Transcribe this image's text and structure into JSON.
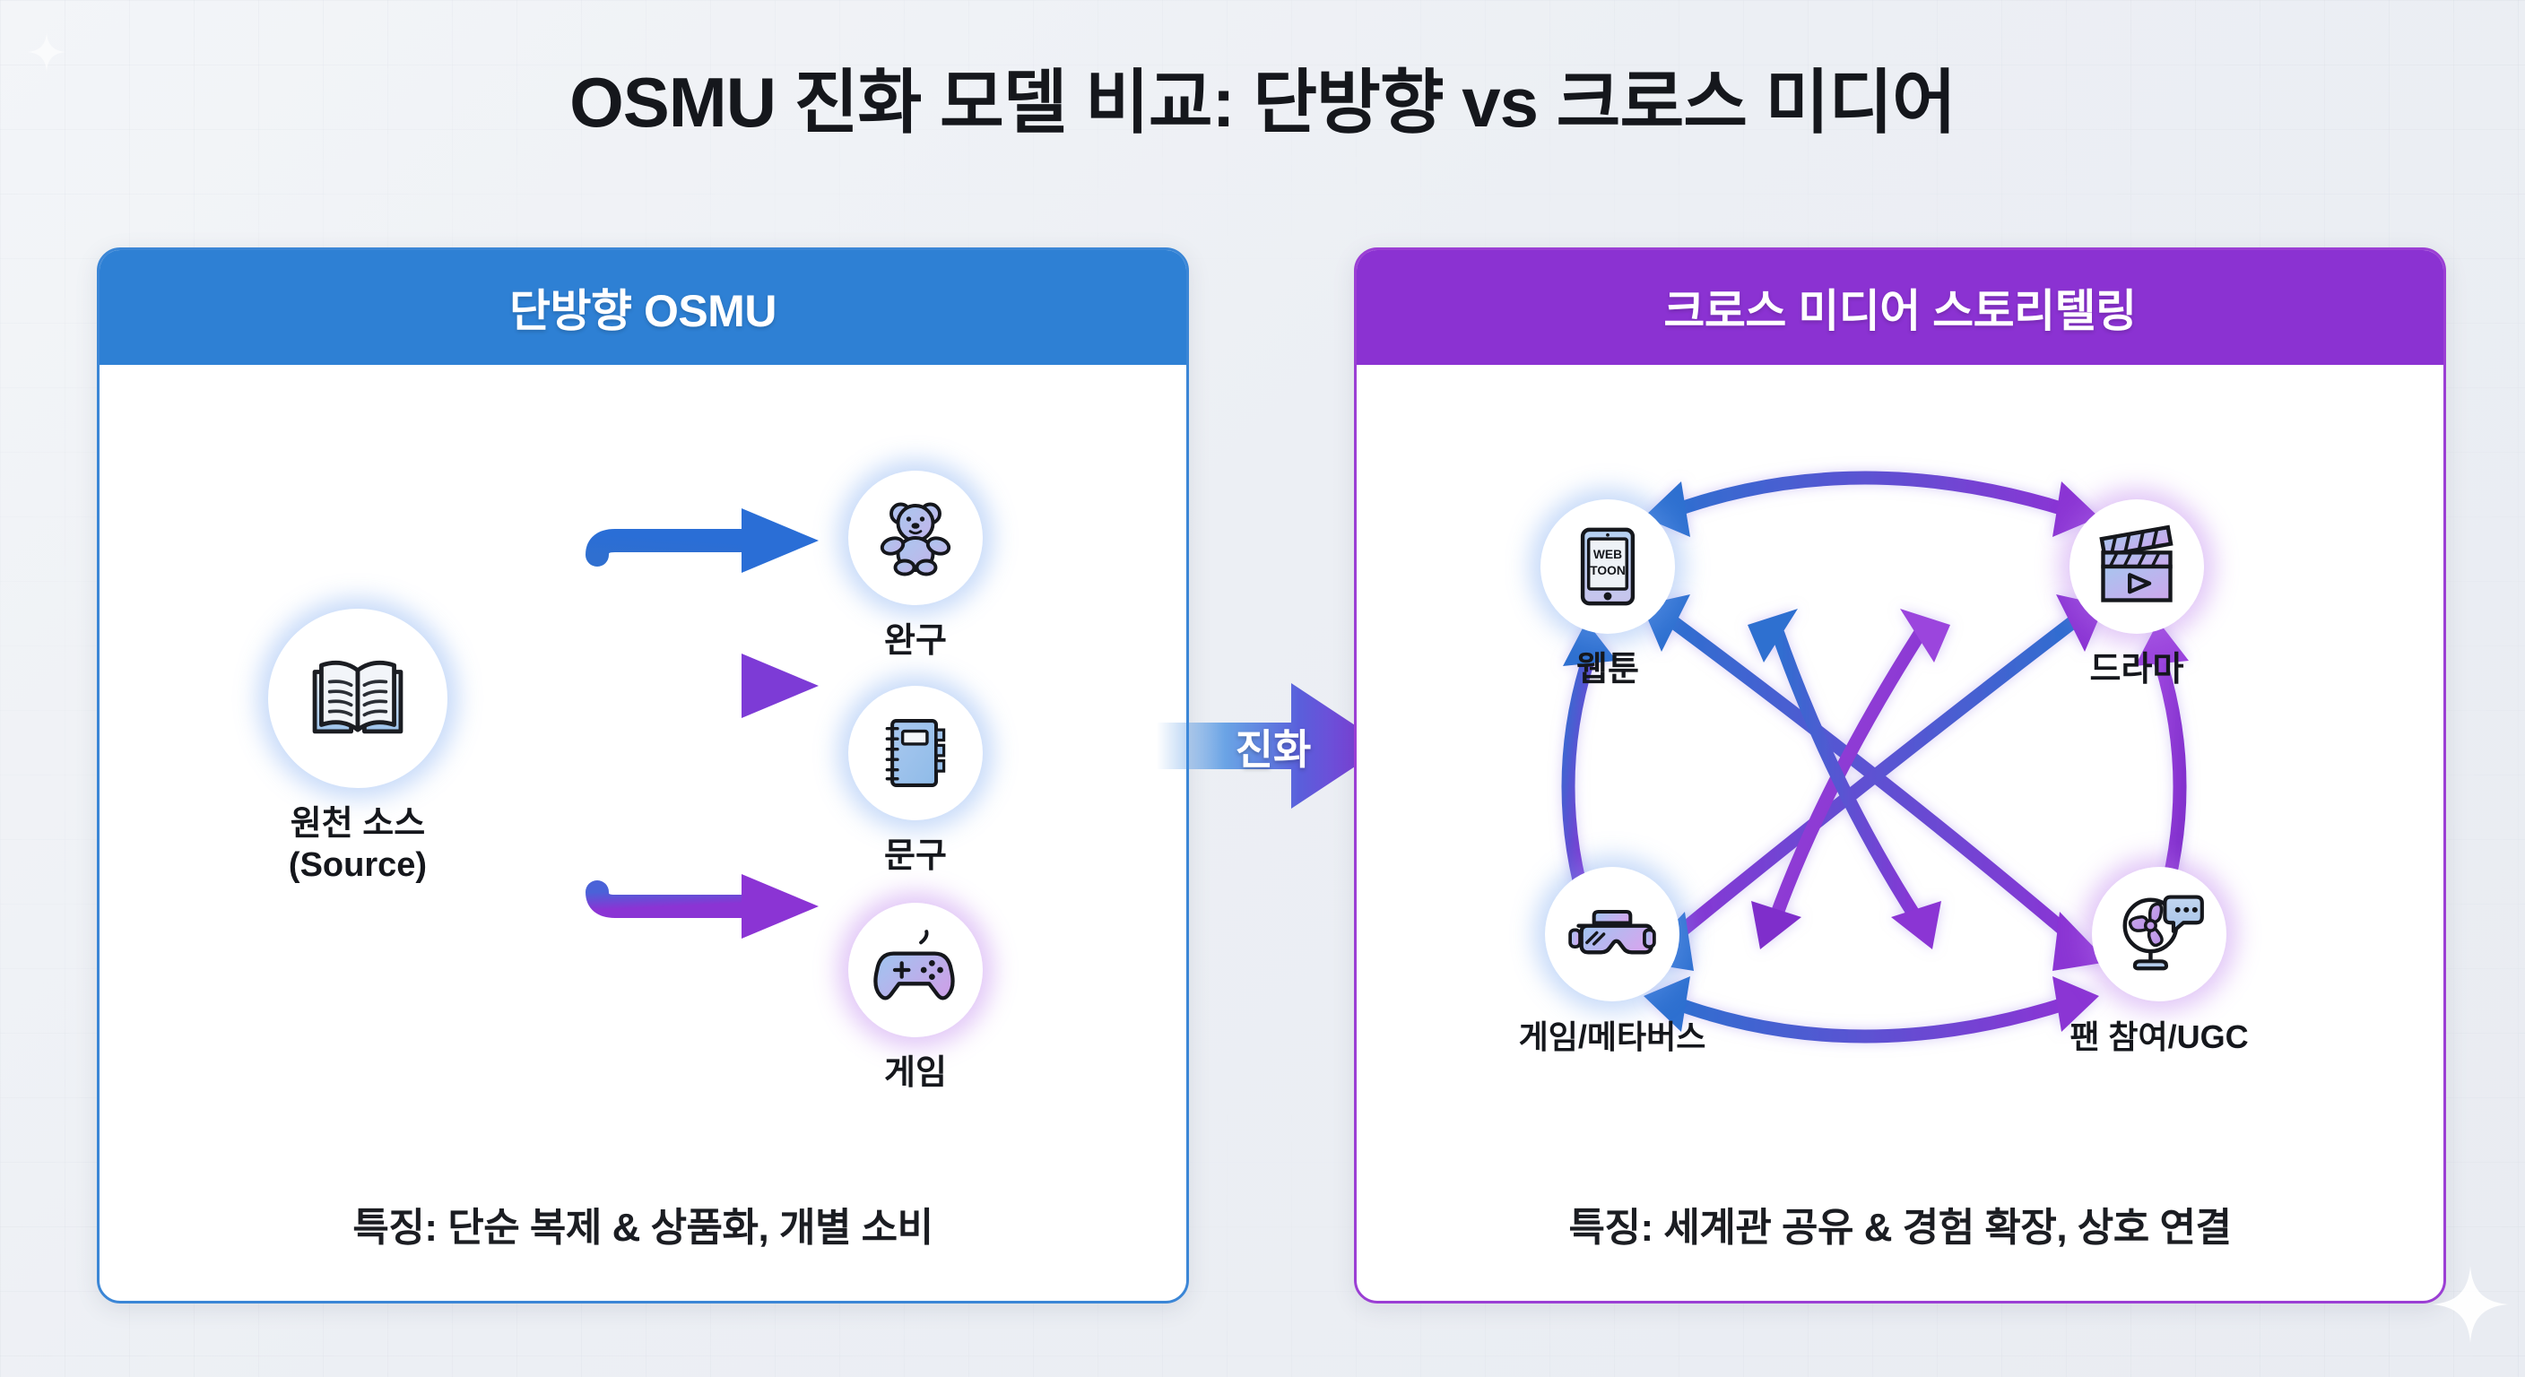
{
  "page": {
    "title": "OSMU 진화 모델 비교: 단방향 vs 크로스 미디어",
    "background_color": "#eceff4"
  },
  "colors": {
    "blue": "#2e80d4",
    "purple": "#8b32d2",
    "blue_border": "#3b86d6",
    "purple_border": "#9b3fd4",
    "arrow_blue": "#2f6fd0",
    "arrow_purple": "#8b34d4",
    "text_dark": "#15171c"
  },
  "left_panel": {
    "header": "단방향 OSMU",
    "source_node": {
      "label_line1": "원천 소스",
      "label_line2": "(Source)",
      "icon": "open-book-icon"
    },
    "outputs": [
      {
        "label": "완구",
        "icon": "teddy-bear-icon"
      },
      {
        "label": "문구",
        "icon": "notebook-icon"
      },
      {
        "label": "게임",
        "icon": "gamepad-icon"
      }
    ],
    "footer": "특징: 단순 복제 & 상품화, 개별 소비"
  },
  "evolution": {
    "label": "진화",
    "direction": "right",
    "gradient_from": "#3f8ae0",
    "gradient_to": "#8b34d4"
  },
  "right_panel": {
    "header": "크로스 미디어 스토리텔링",
    "nodes": [
      {
        "label": "웹툰",
        "icon": "tablet-webtoon-icon",
        "icon_text_line1": "WEB",
        "icon_text_line2": "TOON"
      },
      {
        "label": "드라마",
        "icon": "clapperboard-play-icon"
      },
      {
        "label": "게임/메타버스",
        "icon": "vr-headset-icon"
      },
      {
        "label": "팬 참여/UGC",
        "icon": "fan-speech-bubble-icon"
      }
    ],
    "footer": "특징: 세계관 공유 & 경험 확장, 상호 연결"
  }
}
